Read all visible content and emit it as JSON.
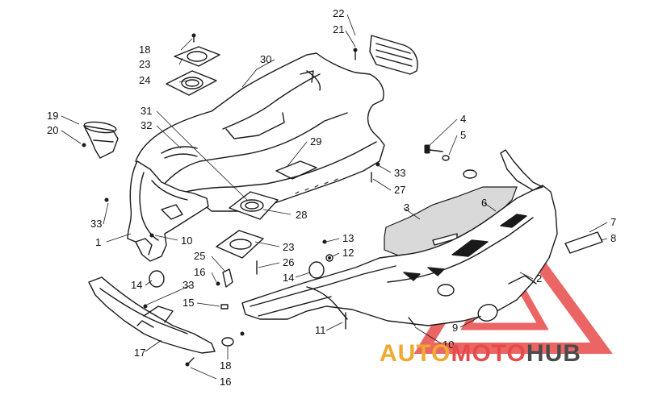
{
  "callouts": [
    {
      "id": "c22a",
      "label": "22"
    },
    {
      "id": "c21",
      "label": "21"
    },
    {
      "id": "c18a",
      "label": "18"
    },
    {
      "id": "c23a",
      "label": "23"
    },
    {
      "id": "c24",
      "label": "24"
    },
    {
      "id": "c30",
      "label": "30"
    },
    {
      "id": "c19",
      "label": "19"
    },
    {
      "id": "c20",
      "label": "20"
    },
    {
      "id": "c31",
      "label": "31"
    },
    {
      "id": "c32",
      "label": "32"
    },
    {
      "id": "c29",
      "label": "29"
    },
    {
      "id": "c4",
      "label": "4"
    },
    {
      "id": "c5",
      "label": "5"
    },
    {
      "id": "c33a",
      "label": "33"
    },
    {
      "id": "c27",
      "label": "27"
    },
    {
      "id": "c3",
      "label": "3"
    },
    {
      "id": "c6",
      "label": "6"
    },
    {
      "id": "c7",
      "label": "7"
    },
    {
      "id": "c8",
      "label": "8"
    },
    {
      "id": "c33b",
      "label": "33"
    },
    {
      "id": "c28",
      "label": "28"
    },
    {
      "id": "c1",
      "label": "1"
    },
    {
      "id": "c10a",
      "label": "10"
    },
    {
      "id": "c23b",
      "label": "23"
    },
    {
      "id": "c13",
      "label": "13"
    },
    {
      "id": "c12",
      "label": "12"
    },
    {
      "id": "c25",
      "label": "25"
    },
    {
      "id": "c26",
      "label": "26"
    },
    {
      "id": "c16a",
      "label": "16"
    },
    {
      "id": "c14a",
      "label": "14"
    },
    {
      "id": "c14b",
      "label": "14"
    },
    {
      "id": "c33c",
      "label": "33"
    },
    {
      "id": "c2",
      "label": "2"
    },
    {
      "id": "c15",
      "label": "15"
    },
    {
      "id": "c11",
      "label": "11"
    },
    {
      "id": "c9",
      "label": "9"
    },
    {
      "id": "c10b",
      "label": "10"
    },
    {
      "id": "c17",
      "label": "17"
    },
    {
      "id": "c18b",
      "label": "18"
    },
    {
      "id": "c16b",
      "label": "16"
    }
  ],
  "watermark": {
    "part1": "AUTO",
    "part2": "MOTO",
    "part3": "HUB",
    "color1": "#f0a830",
    "color2": "#e84a4a",
    "color3": "#4a4a4a",
    "triangle_color": "#e84a4a"
  }
}
